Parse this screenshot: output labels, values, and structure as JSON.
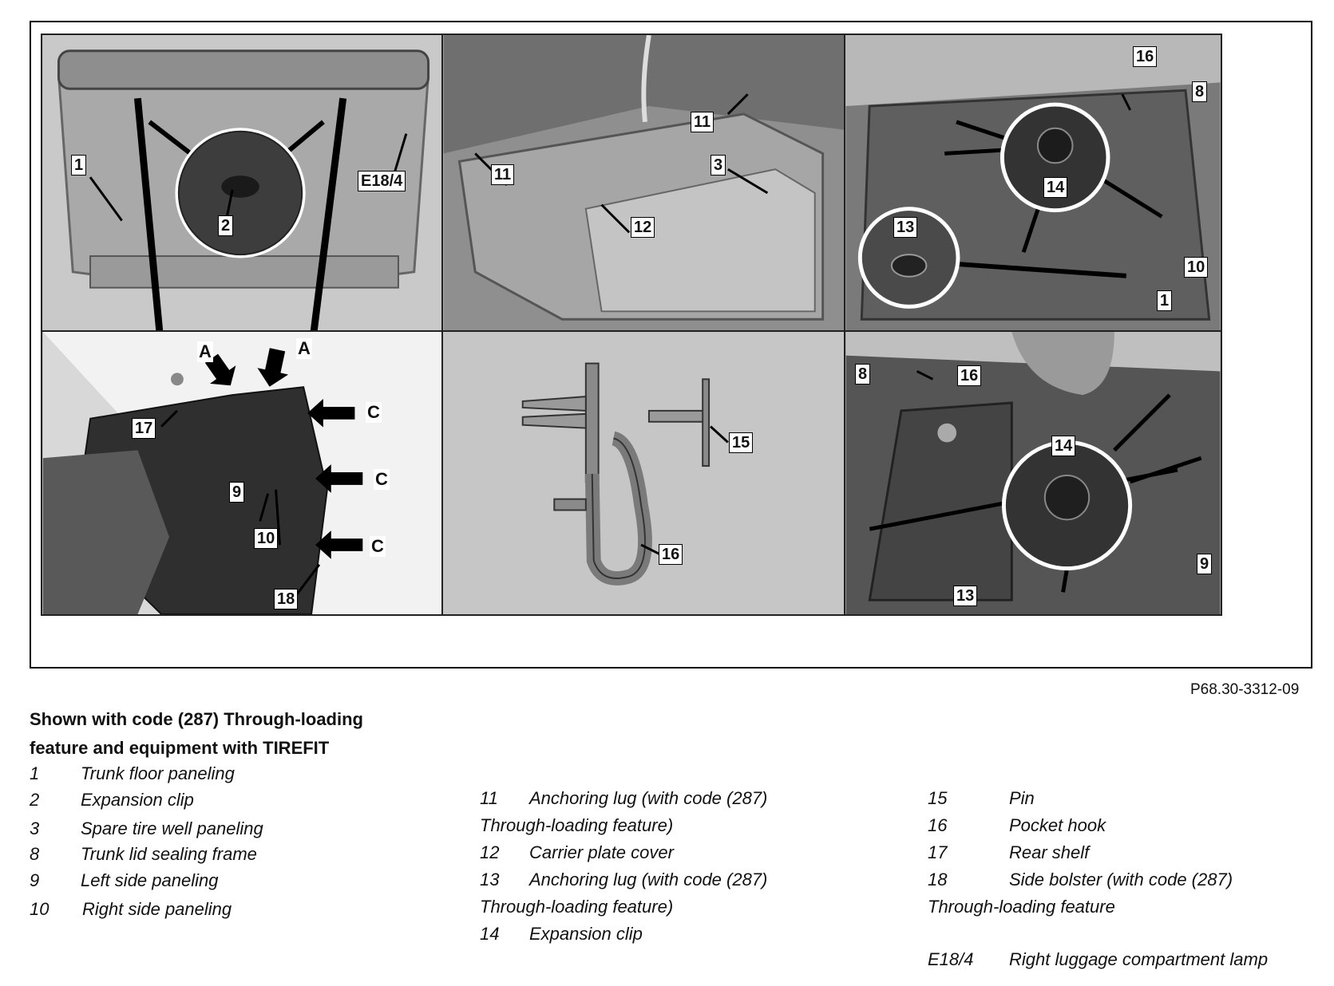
{
  "figure": {
    "panel1": {
      "callouts": [
        "1",
        "2",
        "E18/4"
      ]
    },
    "panel2": {
      "callouts": [
        "11",
        "11",
        "3",
        "12"
      ]
    },
    "panel3": {
      "callouts": [
        "16",
        "8",
        "14",
        "13",
        "10",
        "1"
      ]
    },
    "panel4": {
      "callouts": [
        "17",
        "9",
        "10",
        "18"
      ],
      "letters": [
        "A",
        "A",
        "C",
        "C",
        "C"
      ]
    },
    "panel5": {
      "callouts": [
        "15",
        "16"
      ]
    },
    "panel6": {
      "callouts": [
        "8",
        "16",
        "14",
        "9",
        "13"
      ]
    },
    "figure_id": "P68.30-3312-09"
  },
  "caption": {
    "title_line1": "Shown with code (287) Through-loading",
    "title_line2": "feature and equipment with TIREFIT"
  },
  "legend": {
    "col1": [
      {
        "num": "1",
        "text": "Trunk floor paneling"
      },
      {
        "num": "2",
        "text": "Expansion clip"
      },
      {
        "num": "3",
        "text": "Spare tire well paneling"
      },
      {
        "num": "8",
        "text": "Trunk lid sealing frame"
      },
      {
        "num": "9",
        "text": "Left side paneling"
      },
      {
        "num": "10",
        "text": "Right side paneling"
      }
    ],
    "col2": [
      {
        "num": "11",
        "text": "Anchoring lug (with code (287)"
      },
      {
        "num": "",
        "text": "Through-loading feature)"
      },
      {
        "num": "12",
        "text": "Carrier plate cover"
      },
      {
        "num": "13",
        "text": "Anchoring lug (with code (287)"
      },
      {
        "num": "",
        "text": "Through-loading feature)"
      },
      {
        "num": "14",
        "text": "Expansion clip"
      }
    ],
    "col3": [
      {
        "num": "15",
        "text": "Pin"
      },
      {
        "num": "16",
        "text": "Pocket hook"
      },
      {
        "num": "17",
        "text": "Rear shelf"
      },
      {
        "num": "18",
        "text": "Side bolster (with code (287)"
      },
      {
        "num": "",
        "text": "Through-loading feature"
      },
      {
        "num": "E18/4",
        "text": "Right luggage compartment lamp"
      }
    ]
  }
}
